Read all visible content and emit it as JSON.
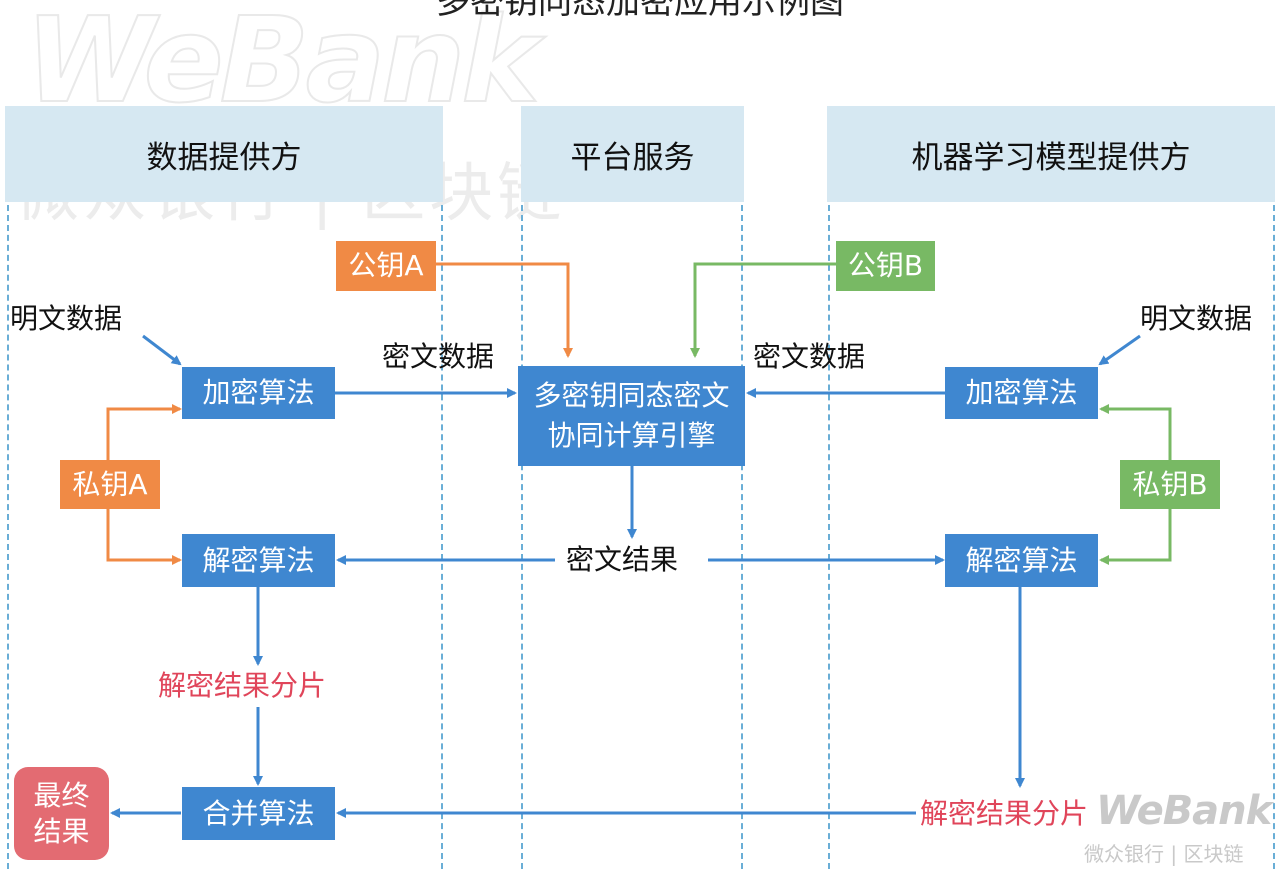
{
  "title": "多密钥同态加密应用示例图",
  "lanes": {
    "data_provider": "数据提供方",
    "platform": "平台服务",
    "model_provider": "机器学习模型提供方"
  },
  "keys": {
    "public_a": "公钥A",
    "public_b": "公钥B",
    "private_a": "私钥A",
    "private_b": "私钥B"
  },
  "nodes": {
    "plaintext_left": "明文数据",
    "plaintext_right": "明文数据",
    "encrypt_left": "加密算法",
    "encrypt_right": "加密算法",
    "cipher_left": "密文数据",
    "cipher_right": "密文数据",
    "engine_line1": "多密钥同态密文",
    "engine_line2": "协同计算引擎",
    "cipher_result": "密文结果",
    "decrypt_left": "解密算法",
    "decrypt_right": "解密算法",
    "shard_left": "解密结果分片",
    "shard_right": "解密结果分片",
    "merge": "合并算法",
    "final_line1": "最终",
    "final_line2": "结果"
  },
  "watermark": {
    "brand": "WeBank",
    "subtitle": "微众银行 | 区块链"
  },
  "colors": {
    "box_blue": "#3f87d0",
    "key_orange": "#f08a45",
    "key_green": "#78b964",
    "final_red": "#e36b72",
    "shard_text_red": "#e0455a",
    "lane_header": "#d6e8f2",
    "dashed_line": "#6aaed6"
  }
}
